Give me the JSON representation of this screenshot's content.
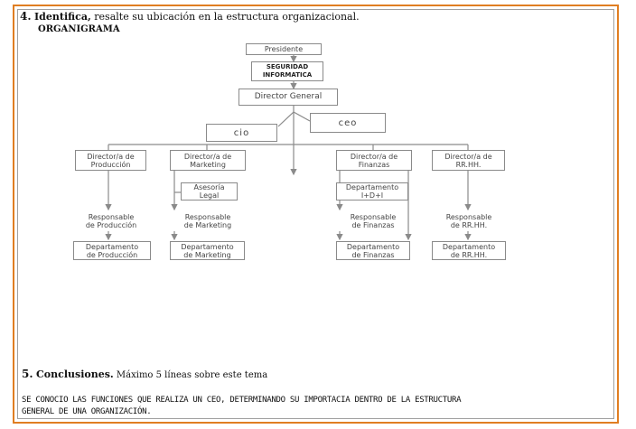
{
  "question4": {
    "number": "4.",
    "bold_text": "Identifica,",
    "rest_text": " resalte su ubicación en la estructura organizacional.",
    "subtitle": "ORGANIGRAMA"
  },
  "org": {
    "presidente": "Presidente",
    "seguridad_l1": "SEGURIDAD",
    "seguridad_l2": "INFORMATICA",
    "director_general": "Director General",
    "cio": "cio",
    "ceo": "ceo",
    "dir_produccion_l1": "Director/a de",
    "dir_produccion_l2": "Producción",
    "dir_marketing_l1": "Director/a de",
    "dir_marketing_l2": "Marketing",
    "dir_finanzas_l1": "Director/a de",
    "dir_finanzas_l2": "Finanzas",
    "dir_rrhh_l1": "Director/a de",
    "dir_rrhh_l2": "RR.HH.",
    "asesoria_l1": "Asesoría",
    "asesoria_l2": "Legal",
    "idi_l1": "Departamento",
    "idi_l2": "I+D+I",
    "resp_produccion_l1": "Responsable",
    "resp_produccion_l2": "de Producción",
    "resp_marketing_l1": "Responsable",
    "resp_marketing_l2": "de Marketing",
    "resp_finanzas_l1": "Responsable",
    "resp_finanzas_l2": "de Finanzas",
    "resp_rrhh_l1": "Responsable",
    "resp_rrhh_l2": "de RR.HH.",
    "dep_produccion_l1": "Departamento",
    "dep_produccion_l2": "de Producción",
    "dep_marketing_l1": "Departamento",
    "dep_marketing_l2": "de Marketing",
    "dep_finanzas_l1": "Departamento",
    "dep_finanzas_l2": "de Finanzas",
    "dep_rrhh_l1": "Departamento",
    "dep_rrhh_l2": "de RR.HH."
  },
  "question5": {
    "number": "5.",
    "bold_text": "Conclusiones.",
    "rest_text": " Máximo 5 líneas sobre este tema"
  },
  "conclusion": {
    "line1": "SE CONOCIO LAS FUNCIONES QUE REALIZA UN CEO, DETERMINANDO SU IMPORTACIA DENTRO DE LA ESTRUCTURA",
    "line2": "GENERAL DE UNA ORGANIZACIÓN."
  },
  "colors": {
    "border": "#e07e22",
    "lines": "#8a8a8a"
  }
}
